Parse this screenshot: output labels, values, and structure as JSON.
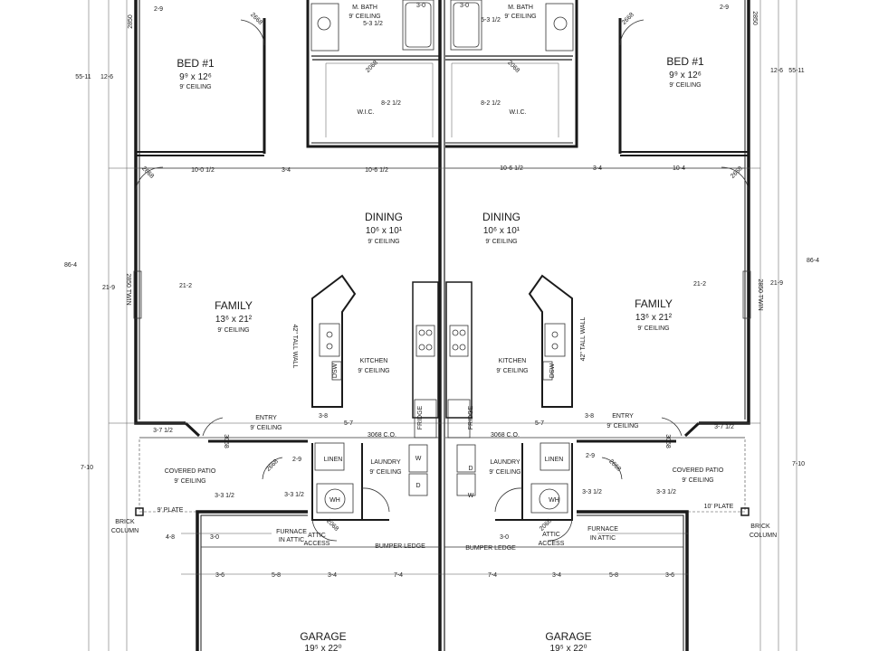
{
  "plan": {
    "left_unit": {
      "bedroom": {
        "name": "BED #1",
        "size": "9⁹ x 12⁶",
        "ceiling": "9' CEILING"
      },
      "bath": {
        "name": "M. BATH",
        "ceiling": "9' CEILING",
        "dim": "5-3 1/2"
      },
      "closet": {
        "name": "W.I.C.",
        "dim": "8-2 1/2"
      },
      "dining": {
        "name": "DINING",
        "size": "10⁶ x 10¹",
        "ceiling": "9' CEILING"
      },
      "family": {
        "name": "FAMILY",
        "size": "13⁶ x 21²",
        "ceiling": "9' CEILING"
      },
      "kitchen": {
        "name": "KITCHEN",
        "ceiling": "9' CEILING"
      },
      "entry": {
        "name": "ENTRY",
        "ceiling": "9' CEILING"
      },
      "patio": {
        "name": "COVERED PATIO",
        "ceiling": "9' CEILING"
      },
      "laundry": {
        "name": "LAUNDRY",
        "ceiling": "9' CEILING"
      },
      "linen": "LINEN",
      "garage": {
        "name": "GARAGE",
        "size": "19⁵ x 22⁰"
      },
      "wall_note": "42\" TALL WALL",
      "window_note": "2850 TWIN",
      "plate_note": "9' PLATE",
      "co_note": "3068 C.O."
    },
    "right_unit": {
      "bedroom": {
        "name": "BED #1",
        "size": "9⁹ x 12⁶",
        "ceiling": "9' CEILING"
      },
      "bath": {
        "name": "M. BATH",
        "ceiling": "9' CEILING",
        "dim": "5-3 1/2"
      },
      "closet": {
        "name": "W.I.C.",
        "dim": "8-2 1/2"
      },
      "dining": {
        "name": "DINING",
        "size": "10⁶ x 10¹",
        "ceiling": "9' CEILING"
      },
      "family": {
        "name": "FAMILY",
        "size": "13⁶ x 21²",
        "ceiling": "9' CEILING"
      },
      "kitchen": {
        "name": "KITCHEN",
        "ceiling": "9' CEILING"
      },
      "entry": {
        "name": "ENTRY",
        "ceiling": "9' CEILING"
      },
      "patio": {
        "name": "COVERED PATIO",
        "ceiling": "9' CEILING"
      },
      "laundry": {
        "name": "LAUNDRY",
        "ceiling": "9' CEILING"
      },
      "linen": "LINEN",
      "garage": {
        "name": "GARAGE",
        "size": "19⁵ x 22⁰"
      },
      "wall_note": "42\" TALL WALL",
      "window_note": "2850 TWIN",
      "plate_note": "10' PLATE",
      "co_note": "3068 C.O."
    },
    "common": {
      "furnace": "FURNACE",
      "in_attic": "IN ATTIC",
      "attic": "ATTIC",
      "access": "ACCESS",
      "bumper_ledge": "BUMPER LEDGE",
      "brick": "BRICK",
      "column": "COLUMN",
      "wh": "WH",
      "w": "W",
      "d": "D",
      "fridge": "FRIDGE",
      "dsw": "DSW"
    },
    "dims": {
      "d2_9": "2-9",
      "d2850": "2850",
      "d55_11": "55-11",
      "d12_6": "12-6",
      "d10_0_12": "10-0 1/2",
      "d3_4": "3-4",
      "d10_6_12": "10-6 1/2",
      "d10_4": "10-4",
      "d86_4": "86-4",
      "d21_9": "21-9",
      "d21_2": "21-2",
      "d3_8": "3-8",
      "d5_7": "5-7",
      "d3_7_12": "3-7 1/2",
      "d7_10": "7-10",
      "d3_3_12": "3-3 1/2",
      "d4_8": "4-8",
      "d3_0": "3-0",
      "d3_6": "3-6",
      "d5_8": "5-8",
      "d7_4": "7-4",
      "d2068": "2068",
      "d3068": "3068",
      "d2668": "2668"
    }
  }
}
